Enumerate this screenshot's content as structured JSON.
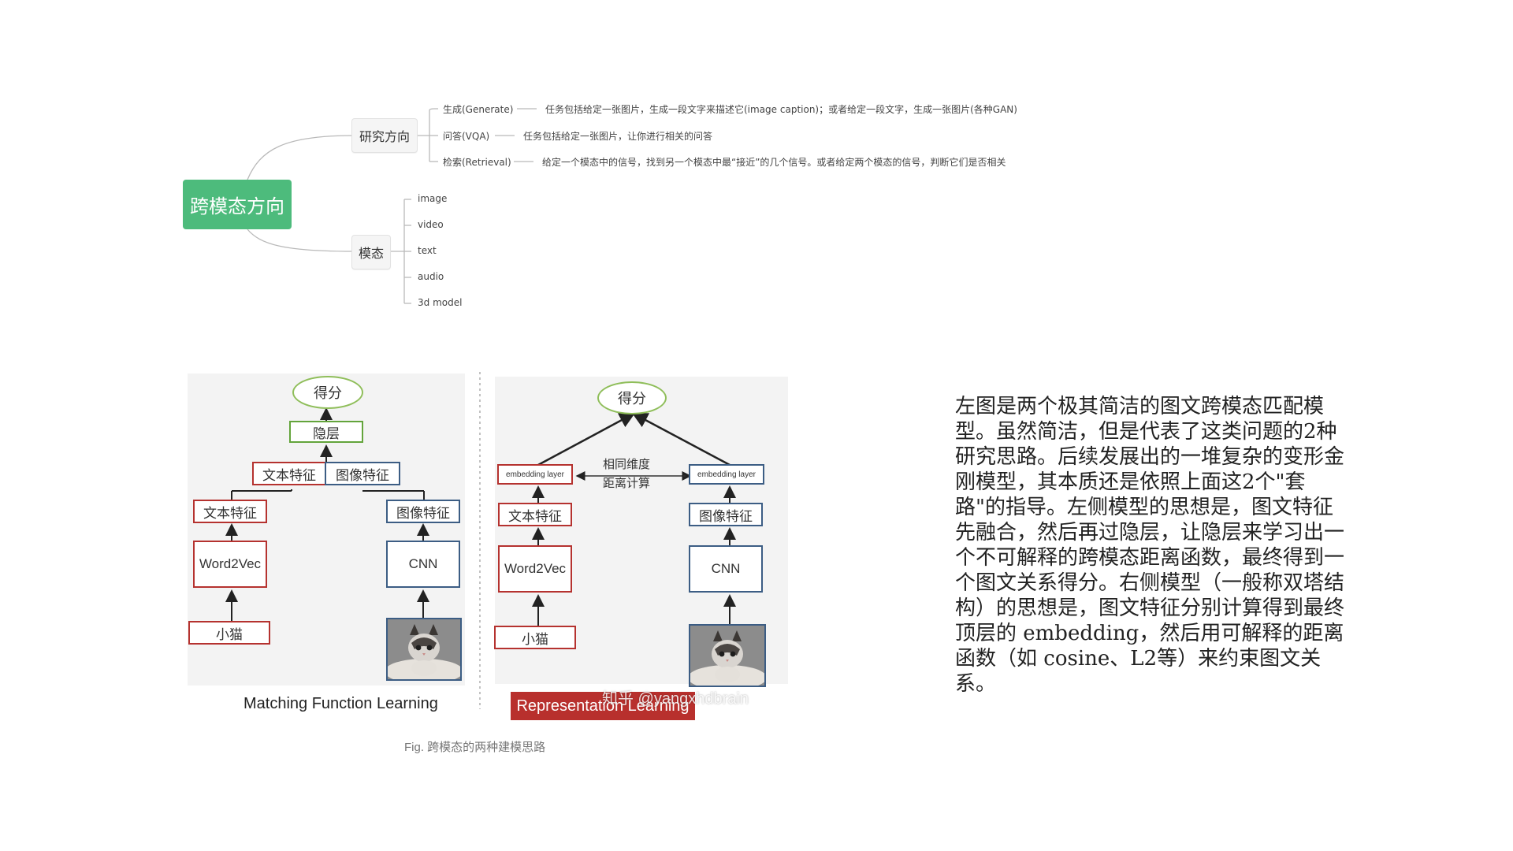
{
  "mindmap": {
    "root": "跨模态方向",
    "research": {
      "label": "研究方向",
      "items": [
        {
          "name": "生成(Generate)",
          "desc": "任务包括给定一张图片，生成一段文字来描述它(image caption)；或者给定一段文字，生成一张图片(各种GAN)"
        },
        {
          "name": "问答(VQA)",
          "desc": "任务包括给定一张图片，让你进行相关的问答"
        },
        {
          "name": "检索(Retrieval)",
          "desc": "给定一个模态中的信号，找到另一个模态中最“接近”的几个信号。或者给定两个模态的信号，判断它们是否相关"
        }
      ]
    },
    "modality": {
      "label": "模态",
      "items": [
        "image",
        "video",
        "text",
        "audio",
        "3d model"
      ]
    }
  },
  "figure": {
    "left": {
      "score": "得分",
      "hidden": "隐层",
      "text_feat": "文本特征",
      "img_feat": "图像特征",
      "word2vec": "Word2Vec",
      "cnn": "CNN",
      "input_text": "小猫",
      "caption": "Matching Function Learning"
    },
    "right": {
      "score": "得分",
      "emb_left": "embedding layer",
      "emb_right": "embedding layer",
      "dist_label_1": "相同维度",
      "dist_label_2": "距离计算",
      "text_feat": "文本特征",
      "img_feat": "图像特征",
      "word2vec": "Word2Vec",
      "cnn": "CNN",
      "input_text": "小猫",
      "caption": "Representation Learning"
    },
    "watermark": "知乎 @yangxhdbrain",
    "fig_caption": "Fig. 跨模态的两种建模思路"
  },
  "paragraph": "左图是两个极其简洁的图文跨模态匹配模型。虽然简洁，但是代表了这类问题的2种研究思路。后续发展出的一堆复杂的变形金刚模型，其本质还是依照上面这2个\"套路\"的指导。左侧模型的思想是，图文特征先融合，然后再过隐层，让隐层来学习出一个不可解释的跨模态距离函数，最终得到一个图文关系得分。右侧模型（一般称双塔结构）的思想是，图文特征分别计算得到最终顶层的 embedding，然后用可解释的距离函数（如 cosine、L2等）来约束图文关系。",
  "colors": {
    "root_green": "#4dbb7c",
    "red_box": "#b5322f",
    "blue_box": "#3c5d84",
    "green_box": "#63a43b",
    "caption_red": "#b8302d"
  }
}
